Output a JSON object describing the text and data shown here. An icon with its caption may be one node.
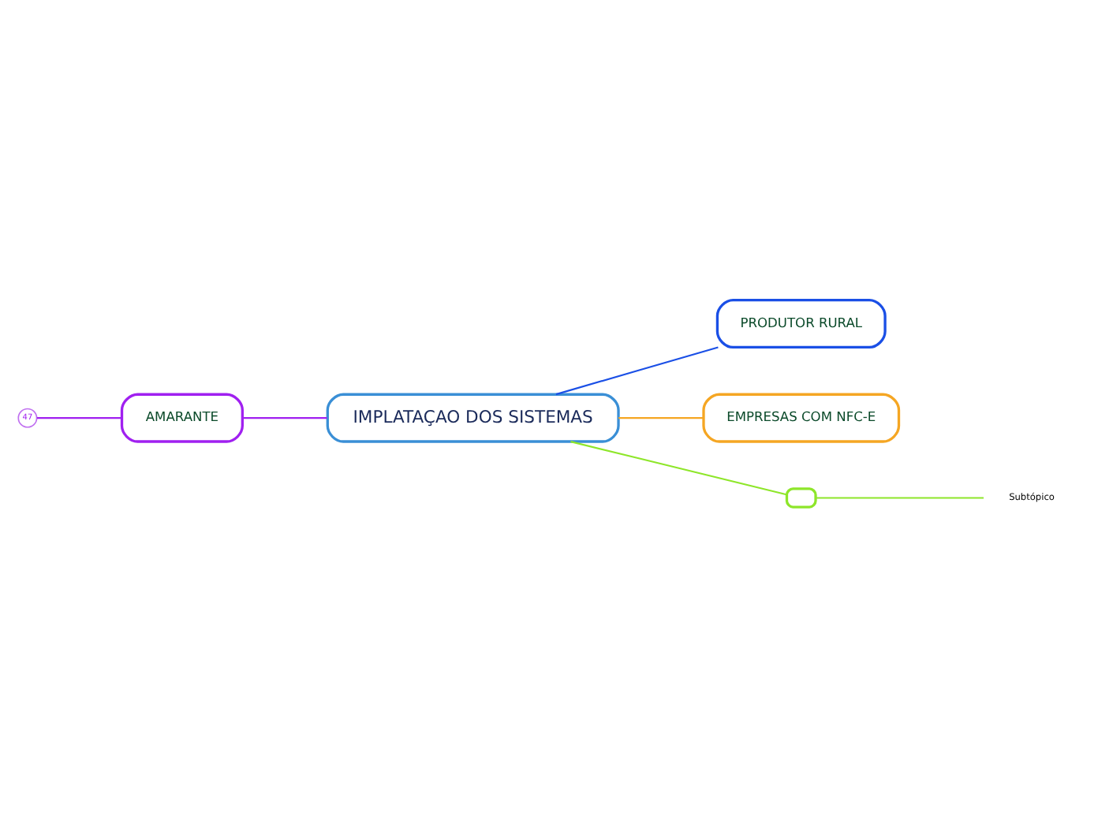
{
  "diagram": {
    "nodes": [
      {
        "text": [
          "IMPLATAÇAO DOS SISTEMAS"
        ]
      },
      {
        "text": [
          "PRODUTOR RURAL"
        ]
      },
      {
        "text": [
          "EMPRESAS COM NFC-E"
        ]
      },
      {
        "text": [
          "AMARANTE"
        ]
      },
      {
        "text": [
          "47"
        ]
      },
      {
        "text": [],
        "shape": "box"
      },
      {
        "text": [
          "Subtópico"
        ]
      }
    ],
    "edges": [
      {
        "from": 0,
        "to": 1,
        "arrow": "none",
        "color": "#1a4fe6"
      },
      {
        "from": 0,
        "to": 2,
        "arrow": "none",
        "color": "#f5a623"
      },
      {
        "from": 0,
        "to": 3,
        "arrow": "none",
        "color": "#a020f0"
      },
      {
        "from": 3,
        "to": 4,
        "arrow": "none",
        "color": "#a020f0"
      },
      {
        "from": 0,
        "to": 5,
        "arrow": "none",
        "color": "#8ee62a"
      },
      {
        "from": 5,
        "to": 6,
        "arrow": "none",
        "color": "#8ee62a"
      }
    ]
  }
}
